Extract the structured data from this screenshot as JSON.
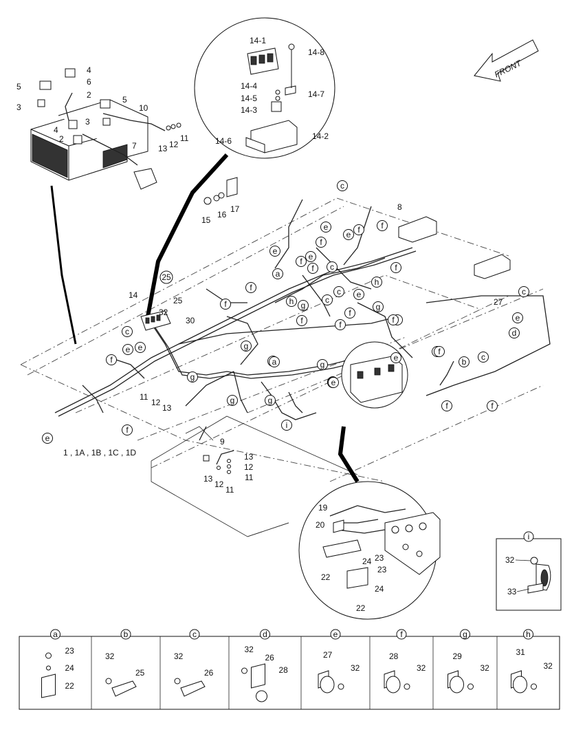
{
  "front_label": "FRONT",
  "callouts_main": [
    {
      "id": "c4a",
      "text": "4"
    },
    {
      "id": "c5a",
      "text": "5"
    },
    {
      "id": "c6",
      "text": "6"
    },
    {
      "id": "c2a",
      "text": "2"
    },
    {
      "id": "c3a",
      "text": "3"
    },
    {
      "id": "c5b",
      "text": "5"
    },
    {
      "id": "c10",
      "text": "10"
    },
    {
      "id": "c3b",
      "text": "3"
    },
    {
      "id": "c4b",
      "text": "4"
    },
    {
      "id": "c2b",
      "text": "2"
    },
    {
      "id": "c7",
      "text": "7"
    },
    {
      "id": "c13a",
      "text": "13"
    },
    {
      "id": "c12a",
      "text": "12"
    },
    {
      "id": "c11a",
      "text": "11"
    },
    {
      "id": "c141",
      "text": "14-1"
    },
    {
      "id": "c148",
      "text": "14-8"
    },
    {
      "id": "c144",
      "text": "14-4"
    },
    {
      "id": "c145",
      "text": "14-5"
    },
    {
      "id": "c143",
      "text": "14-3"
    },
    {
      "id": "c147",
      "text": "14-7"
    },
    {
      "id": "c146",
      "text": "14-6"
    },
    {
      "id": "c142",
      "text": "14-2"
    },
    {
      "id": "c15",
      "text": "15"
    },
    {
      "id": "c16",
      "text": "16"
    },
    {
      "id": "c17",
      "text": "17"
    },
    {
      "id": "c8",
      "text": "8"
    },
    {
      "id": "c14",
      "text": "14"
    },
    {
      "id": "c25",
      "text": "25"
    },
    {
      "id": "c32",
      "text": "32"
    },
    {
      "id": "c30",
      "text": "30"
    },
    {
      "id": "c27",
      "text": "27"
    },
    {
      "id": "c11b",
      "text": "11"
    },
    {
      "id": "c12b",
      "text": "12"
    },
    {
      "id": "c13b",
      "text": "13"
    },
    {
      "id": "c1",
      "text": "1 , 1A , 1B  , 1C , 1D"
    },
    {
      "id": "c9",
      "text": "9"
    },
    {
      "id": "c13c",
      "text": "13"
    },
    {
      "id": "c12c",
      "text": "12"
    },
    {
      "id": "c11c",
      "text": "11"
    },
    {
      "id": "c13d",
      "text": "13"
    },
    {
      "id": "c12d",
      "text": "12"
    },
    {
      "id": "c11d",
      "text": "11"
    },
    {
      "id": "c19",
      "text": "19"
    },
    {
      "id": "c20",
      "text": "20"
    },
    {
      "id": "c23a",
      "text": "23"
    },
    {
      "id": "c24a",
      "text": "24"
    },
    {
      "id": "c22a",
      "text": "22"
    },
    {
      "id": "c23b",
      "text": "23"
    },
    {
      "id": "c24b",
      "text": "24"
    },
    {
      "id": "c22b",
      "text": "22"
    },
    {
      "id": "c32i",
      "text": "32"
    },
    {
      "id": "c33",
      "text": "33"
    }
  ],
  "detail_i": {
    "letter": "i",
    "labels": [
      "32",
      "33"
    ]
  },
  "details": [
    {
      "letter": "a",
      "labels": [
        "23",
        "24",
        "22"
      ]
    },
    {
      "letter": "b",
      "labels": [
        "32",
        "25"
      ]
    },
    {
      "letter": "c",
      "labels": [
        "32",
        "26"
      ]
    },
    {
      "letter": "d",
      "labels": [
        "32",
        "26",
        "28"
      ]
    },
    {
      "letter": "e",
      "labels": [
        "27",
        "32"
      ]
    },
    {
      "letter": "f",
      "labels": [
        "28",
        "32"
      ]
    },
    {
      "letter": "g",
      "labels": [
        "29",
        "32"
      ]
    },
    {
      "letter": "h",
      "labels": [
        "31",
        "32"
      ]
    }
  ],
  "clip_markers": [
    "c",
    "f",
    "e",
    "f",
    "e",
    "f",
    "e",
    "f",
    "f",
    "c",
    "h",
    "f",
    "e",
    "f",
    "c",
    "g",
    "a",
    "a",
    "25",
    "f",
    "h",
    "g",
    "c",
    "e",
    "f",
    "g",
    "f",
    "c",
    "e",
    "d",
    "e",
    "c",
    "e",
    "f",
    "e",
    "f",
    "g",
    "b",
    "c",
    "f",
    "f",
    "f",
    "e",
    "f",
    "f",
    "a",
    "g",
    "g",
    "g",
    "i",
    "e",
    "e",
    "f",
    "f",
    "f"
  ]
}
